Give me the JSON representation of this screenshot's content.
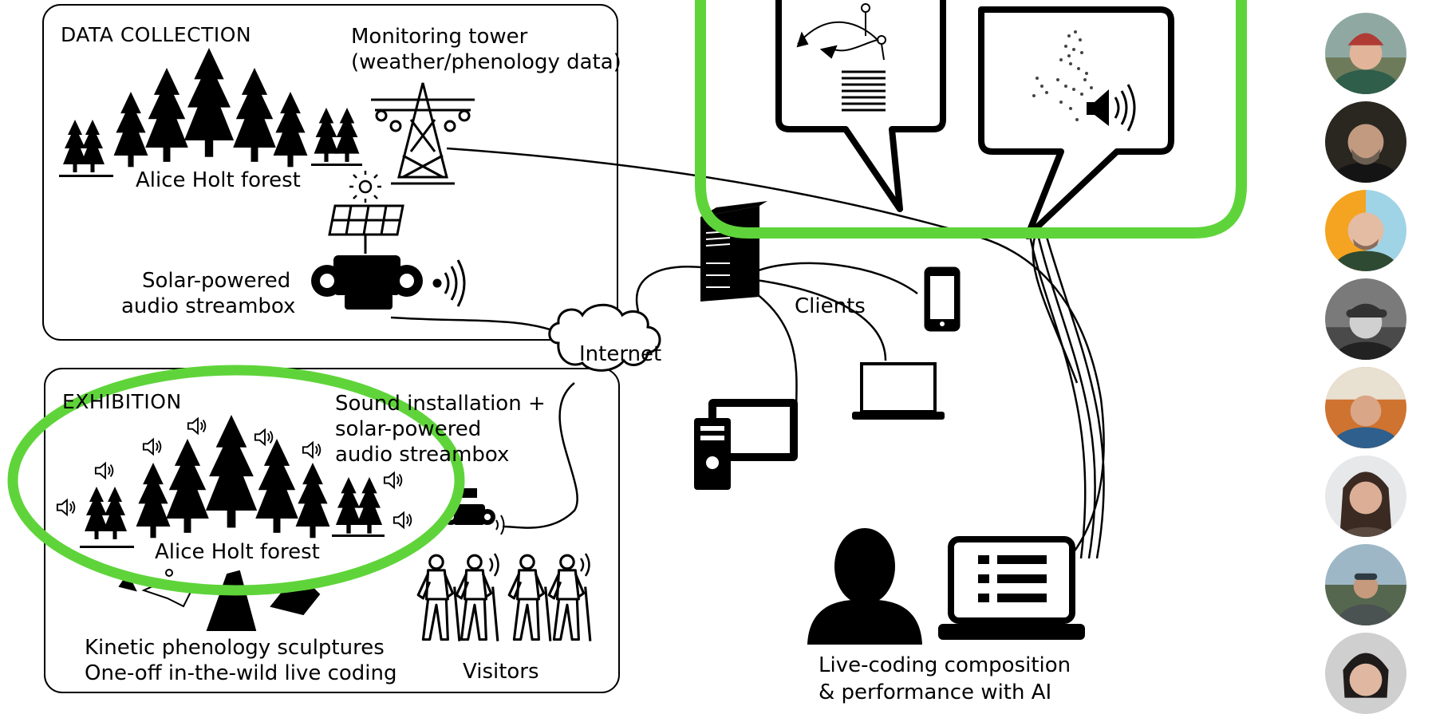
{
  "data_collection": {
    "heading": "DATA COLLECTION",
    "tower_label_line1": "Monitoring tower",
    "tower_label_line2": "(weather/phenology data)",
    "forest_label": "Alice Holt forest",
    "streambox_line1": "Solar-powered",
    "streambox_line2": "audio streambox"
  },
  "network": {
    "internet_label": "Internet",
    "clients_label": "Clients"
  },
  "exhibition": {
    "heading": "EXHIBITION",
    "installation_line1": "Sound installation +",
    "installation_line2": "solar-powered",
    "installation_line3": "audio streambox",
    "forest_label": "Alice Holt forest",
    "sculptures_line1": "Kinetic phenology sculptures",
    "sculptures_line2": "One-off in-the-wild live coding",
    "visitors_label": "Visitors"
  },
  "composition": {
    "line1": "Live-coding composition",
    "line2": "& performance with AI"
  },
  "colors": {
    "highlight": "#5fd43a",
    "ink": "#000000",
    "background": "#ffffff"
  },
  "icons": [
    "pine-tree-icon",
    "transmission-tower-icon",
    "solar-panel-icon",
    "sun-icon",
    "wifi-signal-icon",
    "cloud-icon",
    "server-icon",
    "smartphone-icon",
    "laptop-icon",
    "desktop-tablet-icon",
    "speaker-icon",
    "person-silhouette-icon",
    "hiker-icon",
    "uk-map-icon",
    "sculpture-icon",
    "speech-bubble-icon"
  ],
  "people": [
    {
      "name": "avatar-1"
    },
    {
      "name": "avatar-2"
    },
    {
      "name": "avatar-3"
    },
    {
      "name": "avatar-4"
    },
    {
      "name": "avatar-5"
    },
    {
      "name": "avatar-6"
    },
    {
      "name": "avatar-7"
    },
    {
      "name": "avatar-8"
    }
  ]
}
